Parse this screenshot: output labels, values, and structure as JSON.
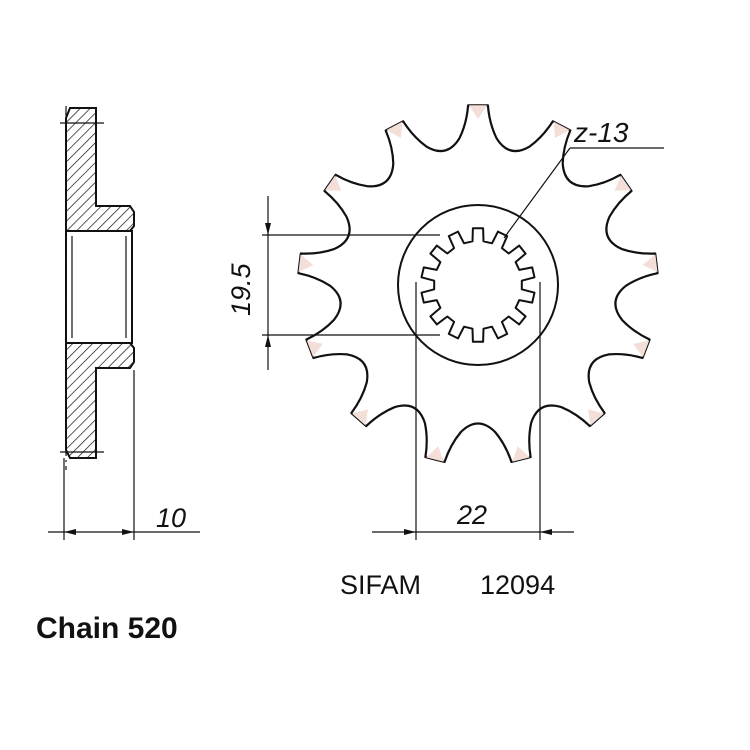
{
  "dimensions": {
    "width_label": "10",
    "pcd_label": "19.5",
    "bore_label": "22",
    "teeth_label": "z-13"
  },
  "caption": {
    "brand": "SIFAM",
    "part_number": "12094",
    "chain": "Chain 520"
  },
  "colors": {
    "line": "#111111",
    "hatch": "#111111",
    "tooth_tip_fill": "#f3dfd8",
    "background": "#ffffff"
  }
}
